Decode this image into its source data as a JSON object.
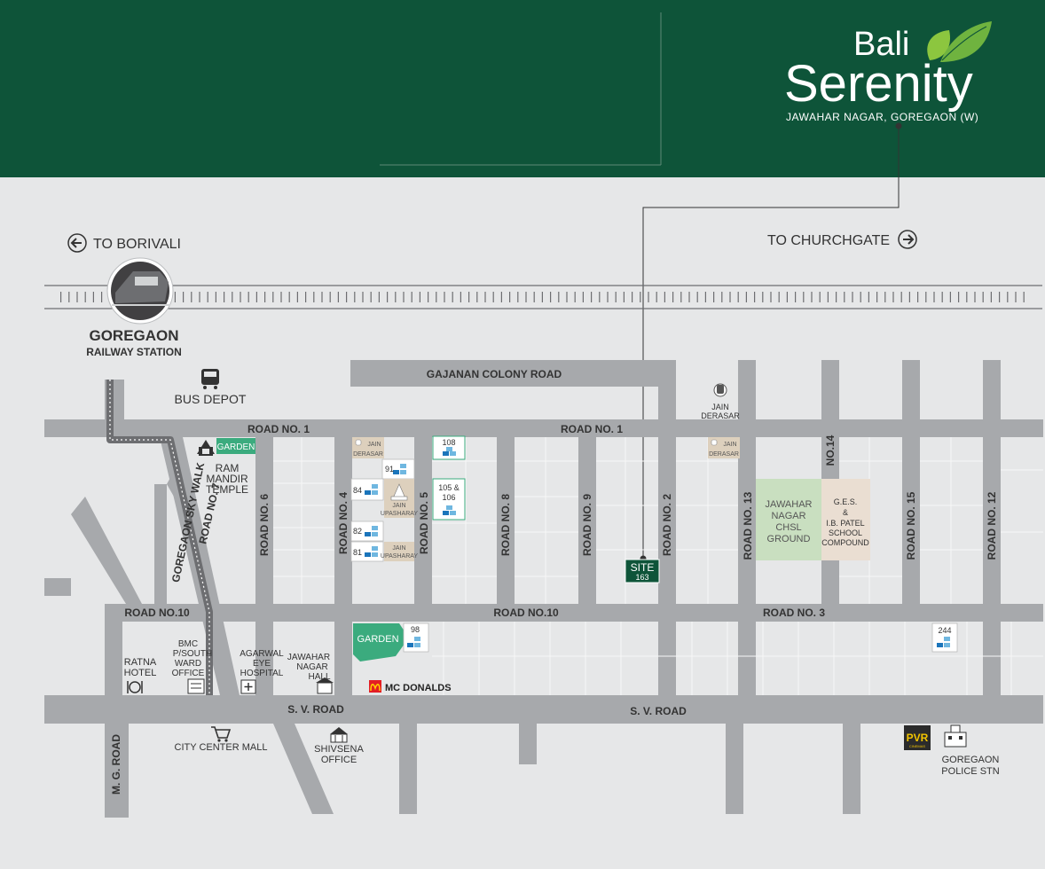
{
  "brand": {
    "name_top": "Bali",
    "name_main": "Serenity",
    "tagline": "JAWAHAR NAGAR, GOREGAON (W)"
  },
  "directions": {
    "left": "TO BORIVALI",
    "right": "TO CHURCHGATE"
  },
  "station": {
    "name": "GOREGAON",
    "sub": "RAILWAY STATION"
  },
  "roads": {
    "gajanan": "GAJANAN COLONY ROAD",
    "road1_left": "ROAD NO. 1",
    "road1_right": "ROAD NO. 1",
    "road10_left": "ROAD NO.10",
    "road10_mid": "ROAD NO.10",
    "road3": "ROAD NO. 3",
    "sv_left": "S. V. ROAD",
    "sv_right": "S. V. ROAD",
    "mg": "M. G. ROAD",
    "road7": "ROAD NO. 7",
    "skywalk": "GOREGAON SKY WALK",
    "road6": "ROAD NO. 6",
    "road4": "ROAD NO. 4",
    "road5": "ROAD NO. 5",
    "road8": "ROAD NO. 8",
    "road9": "ROAD NO. 9",
    "road2": "ROAD NO. 2",
    "road13": "ROAD NO. 13",
    "road14": "NO.14",
    "road15": "ROAD NO. 15",
    "road12": "ROAD NO. 12"
  },
  "landmarks": {
    "bus_depot": "BUS DEPOT",
    "garden_small": "GARDEN",
    "ram_mandir": [
      "RAM",
      "MANDIR",
      "TEMPLE"
    ],
    "jain_derasar_small": [
      "JAIN",
      "DERASAR"
    ],
    "jain_derasar_top": [
      "JAIN",
      "DERASAR"
    ],
    "jain_derasar_right": [
      "JAIN",
      "DERASAR"
    ],
    "jain_upasharay_1": [
      "JAIN",
      "UPASHARAY"
    ],
    "jain_upasharay_2": [
      "JAIN",
      "UPASHARAY"
    ],
    "jawahar_ground": [
      "JAWAHAR",
      "NAGAR",
      "CHSL",
      "GROUND"
    ],
    "ges_school": [
      "G.E.S.",
      "&",
      "I.B. PATEL",
      "SCHOOL",
      "COMPOUND"
    ],
    "garden_big": "GARDEN",
    "mcdonalds": "MC DONALDS",
    "ratna_hotel": [
      "RATNA",
      "HOTEL"
    ],
    "bmc_office": [
      "BMC",
      "P/SOUTH",
      "WARD",
      "OFFICE"
    ],
    "agarwal_hospital": [
      "AGARWAL",
      "EYE",
      "HOSPITAL"
    ],
    "jawahar_hall": [
      "JAWAHAR",
      "NAGAR",
      "HALL"
    ],
    "city_center": "CITY CENTER MALL",
    "shivsena": [
      "SHIVSENA",
      "OFFICE"
    ],
    "pvr": "PVR",
    "pvr_sub": "CINEMAS",
    "police": [
      "GOREGAON",
      "POLICE STN"
    ]
  },
  "plots": {
    "p108": "108",
    "p91": "91",
    "p84": "84",
    "p105": [
      "105 &",
      "106"
    ],
    "p82": "82",
    "p81": "81",
    "p98": "98",
    "p244": "244"
  },
  "site": {
    "label": "SITE",
    "number": "163"
  },
  "colors": {
    "header_green": "#0e5439",
    "background": "#e6e7e8",
    "road": "#a7a9ac",
    "garden_green": "#3bab7e",
    "ground_green": "#c9dfc0",
    "school_beige": "#eaded2",
    "temple_beige": "#ddd0bd",
    "building_blue": "#1b75bb",
    "building_light": "#6fb7e0"
  }
}
